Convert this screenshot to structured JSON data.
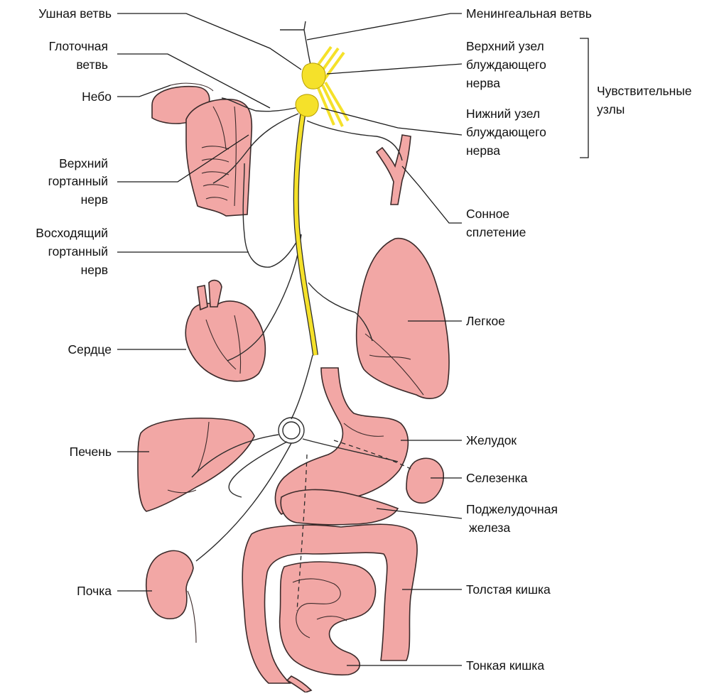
{
  "colors": {
    "organ_fill": "#f2a7a5",
    "organ_stroke": "#3b2a2a",
    "nerve_yellow": "#f5e12a",
    "nerve_line": "#2a2a2a",
    "background": "#ffffff"
  },
  "labels": {
    "auricular_branch": "Ушная ветвь",
    "pharyngeal_branch_1": "Глоточная",
    "pharyngeal_branch_2": "ветвь",
    "palate": "Небо",
    "superior_laryngeal_1": "Верхний",
    "superior_laryngeal_2": "гортанный",
    "superior_laryngeal_3": "нерв",
    "recurrent_laryngeal_1": "Восходящий",
    "recurrent_laryngeal_2": "гортанный",
    "recurrent_laryngeal_3": "нерв",
    "heart": "Сердце",
    "liver": "Печень",
    "kidney": "Почка",
    "meningeal_branch": "Менингеальная ветвь",
    "superior_ganglion_1": "Верхний узел",
    "superior_ganglion_2": "блуждающего",
    "superior_ganglion_3": "нерва",
    "inferior_ganglion_1": "Нижний узел",
    "inferior_ganglion_2": "блуждающего",
    "inferior_ganglion_3": "нерва",
    "sensory_ganglia_1": "Чувствительные",
    "sensory_ganglia_2": "узлы",
    "carotid_plexus_1": "Сонное",
    "carotid_plexus_2": "сплетение",
    "lung": "Легкое",
    "stomach": "Желудок",
    "spleen": "Селезенка",
    "pancreas_1": "Поджелудочная",
    "pancreas_2": "железа",
    "colon": "Толстая кишка",
    "small_intestine": "Тонкая кишка"
  }
}
